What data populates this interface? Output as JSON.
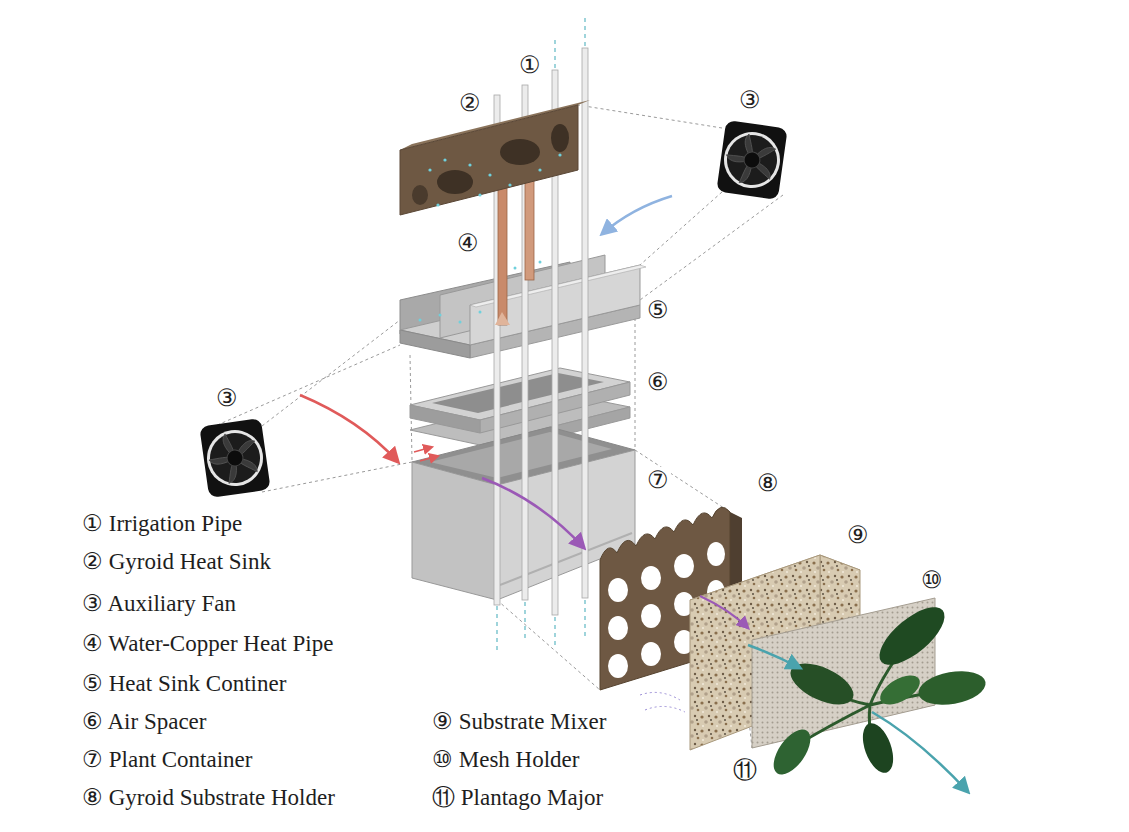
{
  "diagram": {
    "labels": [
      "①",
      "②",
      "③",
      "④",
      "⑤",
      "⑥",
      "③",
      "⑦",
      "⑧",
      "⑨",
      "⑩",
      "⑪",
      "① Irrigation Pipe",
      "② Gyroid Heat Sink",
      "③ Auxiliary Fan",
      "④ Water-Copper Heat Pipe",
      "⑤ Heat Sink Continer",
      "⑥ Air Spacer",
      "⑦ Plant Container",
      "⑧ Gyroid Substrate Holder",
      "⑨ Substrate Mixer",
      "⑩ Mesh Holder",
      "⑪ Plantago Major"
    ]
  }
}
